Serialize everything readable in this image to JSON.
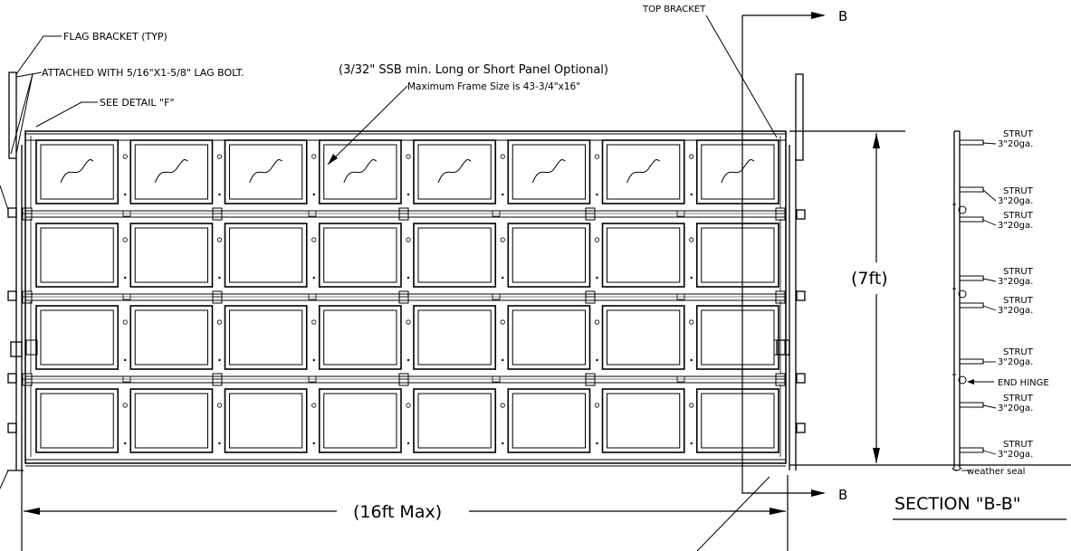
{
  "labels": {
    "flag_bracket": "FLAG BRACKET (TYP)",
    "attached": "ATTACHED WITH 5/16\"X1-5/8\" LAG BOLT.",
    "see_detail": "SEE DETAIL \"F\"",
    "ssb_note": "(3/32\" SSB min. Long or Short Panel Optional)",
    "max_frame": "Maximum Frame Size is 43-3/4\"x16\"",
    "top_bracket": "TOP BRACKET",
    "height_dim": "(7ft)",
    "width_dim": "(16ft Max)",
    "section_marker_top": "B",
    "section_marker_bottom": "B",
    "section_title": "SECTION \"B-B\""
  },
  "section_labels": [
    {
      "line1": "STRUT",
      "line2": "3\"20ga."
    },
    {
      "line1": "STRUT",
      "line2": "3\"20ga."
    },
    {
      "line1": "STRUT",
      "line2": "3\"20ga."
    },
    {
      "line1": "STRUT",
      "line2": "3\"20ga."
    },
    {
      "line1": "STRUT",
      "line2": "3\"20ga."
    },
    {
      "line1": "STRUT",
      "line2": "3\"20ga."
    },
    {
      "line1": "STRUT",
      "line2": "3\"20ga."
    },
    {
      "line1": "STRUT",
      "line2": "3\"20ga."
    }
  ],
  "end_hinge": "END HINGE",
  "weather_seal": "weather seal",
  "door": {
    "rows": 4,
    "columns": 8,
    "window_row": 0
  }
}
